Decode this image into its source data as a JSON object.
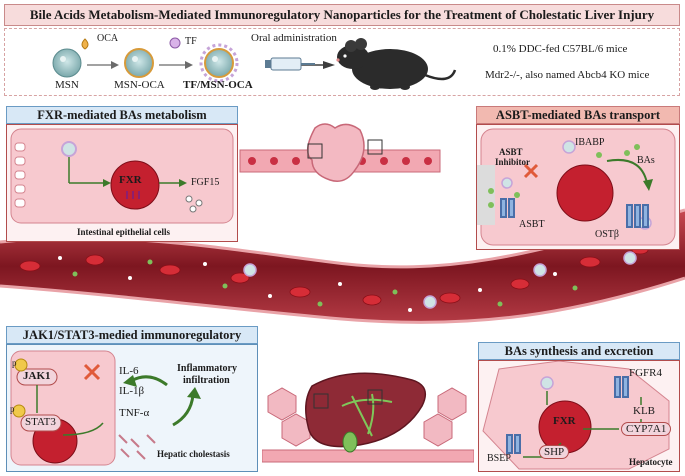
{
  "title": "Bile Acids Metabolism-Mediated Immunoregulatory Nanoparticles for the Treatment of Cholestatic Liver Injury",
  "top": {
    "oca_label": "OCA",
    "tf_label": "TF",
    "msn_label": "MSN",
    "msn_oca_label": "MSN-OCA",
    "tf_msn_oca_label": "TF/MSN-OCA",
    "oral_label": "Oral administration",
    "mice_line1": "0.1% DDC-fed C57BL/6 mice",
    "mice_line2": "Mdr2-/-, also named Abcb4 KO mice"
  },
  "fxr_panel": {
    "heading": "FXR-mediated BAs metabolism",
    "fxr": "FXR",
    "fgf15": "FGF15",
    "caption": "Intestinal epithelial cells"
  },
  "asbt_panel": {
    "heading": "ASBT-mediated BAs transport",
    "inhibitor_line1": "ASBT",
    "inhibitor_line2": "Inhibitor",
    "ibabp": "IBABP",
    "bas": "BAs",
    "asbt": "ASBT",
    "ostb": "OSTβ"
  },
  "jak_panel": {
    "heading": "JAK1/STAT3-medied immunoregulatory",
    "jak1": "JAK1",
    "stat3": "STAT3",
    "p": "p",
    "il6": "IL-6",
    "il1b": "IL-1β",
    "tnfa": "TNF-α",
    "inflam_line1": "Inflammatory",
    "inflam_line2": "infiltration",
    "cholestasis": "Hepatic cholestasis"
  },
  "bas_panel": {
    "heading": "BAs synthesis and excretion",
    "fgfr4": "FGFR4",
    "klb": "KLB",
    "fxr": "FXR",
    "cyp7a1": "CYP7A1",
    "shp": "SHP",
    "bsep": "BSEP",
    "hepatocyte": "Hepatocyte"
  },
  "colors": {
    "title_bg": "#f7dcdc",
    "blue_head": "#d8e8f6",
    "red_head": "#f2b9b0",
    "vessel": "#8e1d24",
    "cell_pink": "#f4b8c2",
    "nucleus": "#c9253a",
    "arrow_green": "#3c7a2a"
  }
}
